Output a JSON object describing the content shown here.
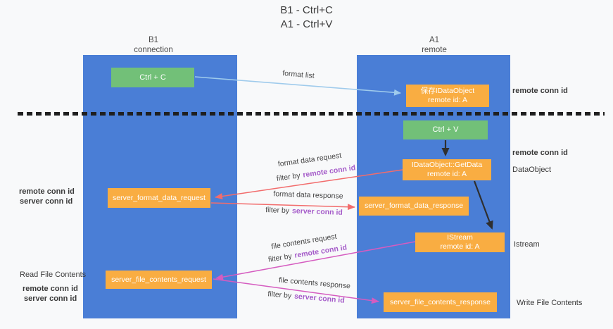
{
  "title": {
    "line1": "B1 - Ctrl+C",
    "line2": "A1 - Ctrl+V"
  },
  "lifelines": {
    "b1": {
      "name": "B1",
      "subtitle": "connection"
    },
    "a1": {
      "name": "A1",
      "subtitle": "remote"
    }
  },
  "nodes": {
    "ctrl_c": {
      "label": "Ctrl + C"
    },
    "save_idataobject": {
      "line1": "保存IDataObject",
      "line2": "remote id: A"
    },
    "ctrl_v": {
      "label": "Ctrl + V"
    },
    "getdata": {
      "line1": "IDataObject::GetData",
      "line2": "remote id: A"
    },
    "format_request": {
      "label": "server_format_data_request"
    },
    "format_response": {
      "label": "server_format_data_response"
    },
    "istream": {
      "line1": "IStream",
      "line2": "remote id: A"
    },
    "file_request": {
      "label": "server_file_contents_request"
    },
    "file_response": {
      "label": "server_file_contents_response"
    }
  },
  "edges": {
    "format_list": {
      "label": "format list"
    },
    "format_data_request": {
      "label": "format data request",
      "filter_prefix": "filter by",
      "filter_key": "remote conn id"
    },
    "format_data_response": {
      "label": "format data response",
      "filter_prefix": "filter by",
      "filter_key": "server conn id"
    },
    "file_contents_request": {
      "label": "file contents request",
      "filter_prefix": "filter by",
      "filter_key": "remote conn id"
    },
    "file_contents_response": {
      "label": "file contents response",
      "filter_prefix": "filter by",
      "filter_key": "server conn id"
    }
  },
  "margin_labels": {
    "right_remote_conn_top": "remote conn id",
    "right_remote_conn_mid": "remote conn id",
    "right_dataobject": "DataObject",
    "right_istream": "Istream",
    "right_write_file": "Write File Contents",
    "left_remote_conn_1": "remote conn id",
    "left_server_conn_1": "server conn id",
    "left_read_file": "Read File Contents",
    "left_remote_conn_2": "remote conn id",
    "left_server_conn_2": "server conn id"
  },
  "colors": {
    "lifeline_blue": "#4a7ed6",
    "node_orange": "#f9ad42",
    "node_green": "#72c078",
    "arrow_blue": "#9fcbec",
    "arrow_red": "#f26c6c",
    "arrow_magenta": "#d55cc0",
    "arrow_black": "#2f2f2f",
    "label_purple": "#a55cc9",
    "label_green": "#68bf6e"
  }
}
